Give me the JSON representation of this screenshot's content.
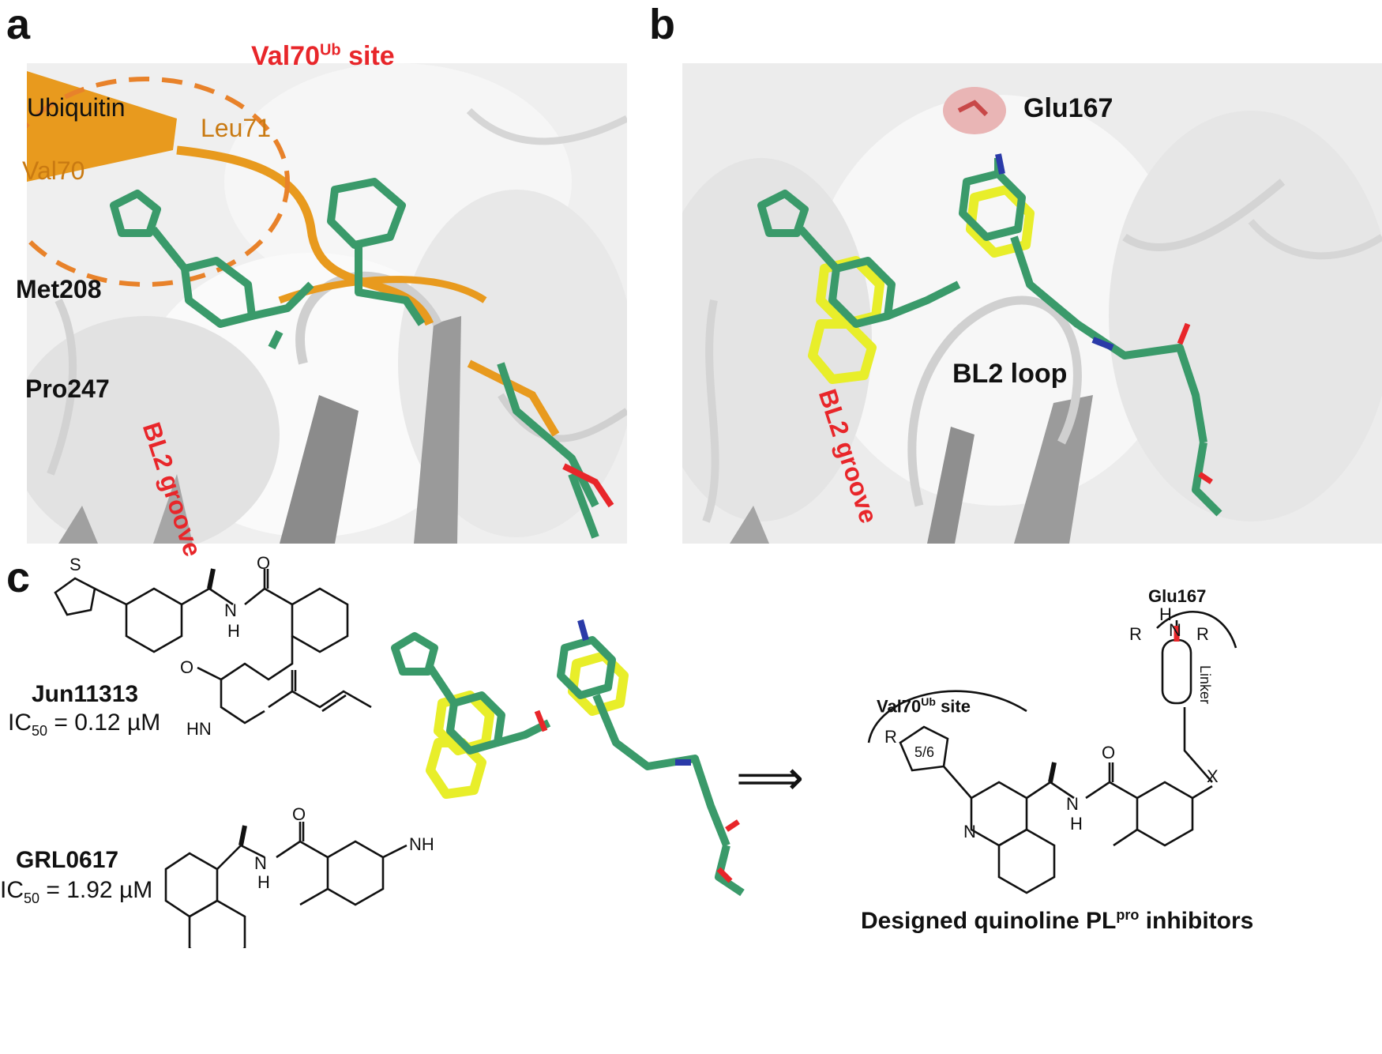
{
  "panels": {
    "a": {
      "letter": "a",
      "site_label": "Val70",
      "site_sup": "Ub",
      "site_suffix": " site",
      "ubiquitin": "Ubiquitin",
      "leu71": "Leu71",
      "val70": "Val70",
      "met208": "Met208",
      "pro247": "Pro247",
      "groove": "BL2 groove"
    },
    "b": {
      "letter": "b",
      "glu167": "Glu167",
      "loop": "BL2 loop",
      "groove": "BL2 groove"
    },
    "c": {
      "letter": "c",
      "jun_name": "Jun11313",
      "jun_ic50_prefix": "IC",
      "jun_ic50_sub": "50",
      "jun_ic50_value": " = 0.12 µM",
      "grl_name": "GRL0617",
      "grl_ic50_prefix": "IC",
      "grl_ic50_sub": "50",
      "grl_ic50_value": " = 1.92 µM",
      "val_site": "Val70",
      "val_site_sup": "Ub",
      "val_site_suffix": " site",
      "glu167": "Glu167",
      "designed": "Designed quinoline PL",
      "designed_sup": "pro",
      "designed_suffix": " inhibitors",
      "linker": "Linker",
      "ring": "5/6",
      "r1": "R",
      "r2": "R",
      "r3": "R",
      "x": "X",
      "n": "N",
      "h": "H",
      "s": "S",
      "o": "O",
      "nh2": "NH",
      "hn": "HN",
      "arrow": "⟹"
    }
  },
  "colors": {
    "ligand_green": "#3a9a6a",
    "overlay_yellow": "#e8ee2a",
    "ubiquitin_orange": "#e89a1e",
    "label_red": "#e8262a",
    "protein_grey": "#d8d8d8"
  }
}
